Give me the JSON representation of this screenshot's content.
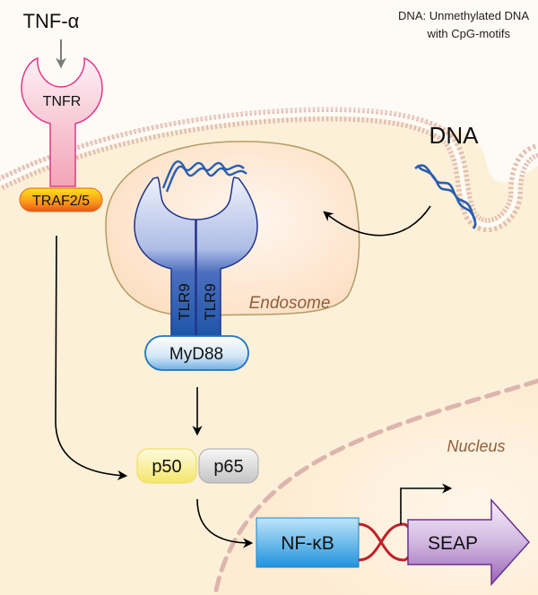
{
  "legend": {
    "line1": "DNA: Unmethylated DNA",
    "line2": "with CpG-motifs"
  },
  "ligand": {
    "label": "TNF-α"
  },
  "receptor": {
    "label": "TNFR"
  },
  "adaptor_traf": {
    "label": "TRAF2/5"
  },
  "dna_label": "DNA",
  "endosome_label": "Endosome",
  "tlr9": {
    "left": "TLR9",
    "right": "TLR9"
  },
  "myd88": {
    "label": "MyD88"
  },
  "p50": {
    "label": "p50"
  },
  "p65": {
    "label": "p65"
  },
  "nucleus_label": "Nucleus",
  "nfkb": {
    "label": "NF-κB"
  },
  "seap": {
    "label": "SEAP"
  },
  "colors": {
    "background": "#fefbf6",
    "cytoplasm": "#fdf0d9",
    "membrane": "#e2bfb3",
    "endosome_fill": "#fde6cf",
    "endosome_stroke": "#b29b62",
    "tnfr_stroke": "#e0388a",
    "tnfr_fill": "#f6c2d2",
    "traf_fill": "#f79a1c",
    "tlr_fill": "#3f63b0",
    "tlr_stroke": "#23348a",
    "myd88_stroke": "#1f75c2",
    "p50_fill": "#f8ec87",
    "p65_fill": "#d5d5d5",
    "nfkb_fill": "#3fa6e6",
    "seap_fill": "#a77fc0",
    "seap_stroke": "#6f2f8f",
    "promoter_loop": "#c0202a",
    "nucleus_dash": "#dcb5ae",
    "italic_label": "#8e5f3c",
    "dna_helix": "#2a5fb0"
  }
}
